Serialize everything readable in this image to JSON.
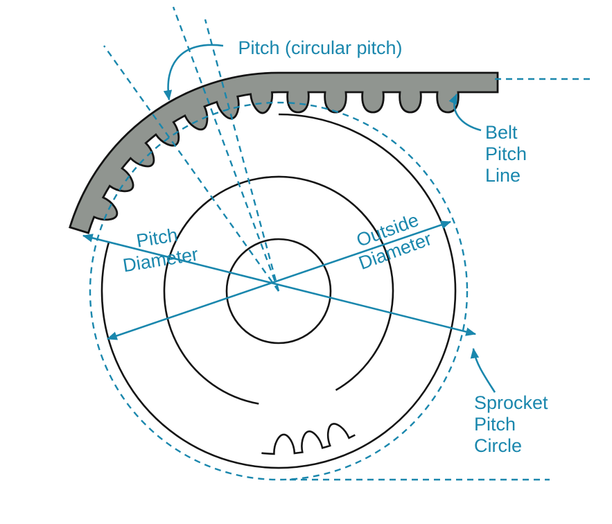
{
  "diagram": {
    "title_label": "Pitch (circular pitch)",
    "belt_pitch_line": {
      "line1": "Belt",
      "line2": "Pitch",
      "line3": "Line"
    },
    "pitch_diameter": {
      "line1": "Pitch",
      "line2": "Diameter"
    },
    "outside_diameter": {
      "line1": "Outside",
      "line2": "Diameter"
    },
    "sprocket_pitch_circle": {
      "line1": "Sprocket",
      "line2": "Pitch",
      "line3": "Circle"
    },
    "colors": {
      "accent_teal": "#1a87ad",
      "belt_gray": "#909590",
      "line_black": "#141414",
      "background": "#ffffff"
    }
  }
}
